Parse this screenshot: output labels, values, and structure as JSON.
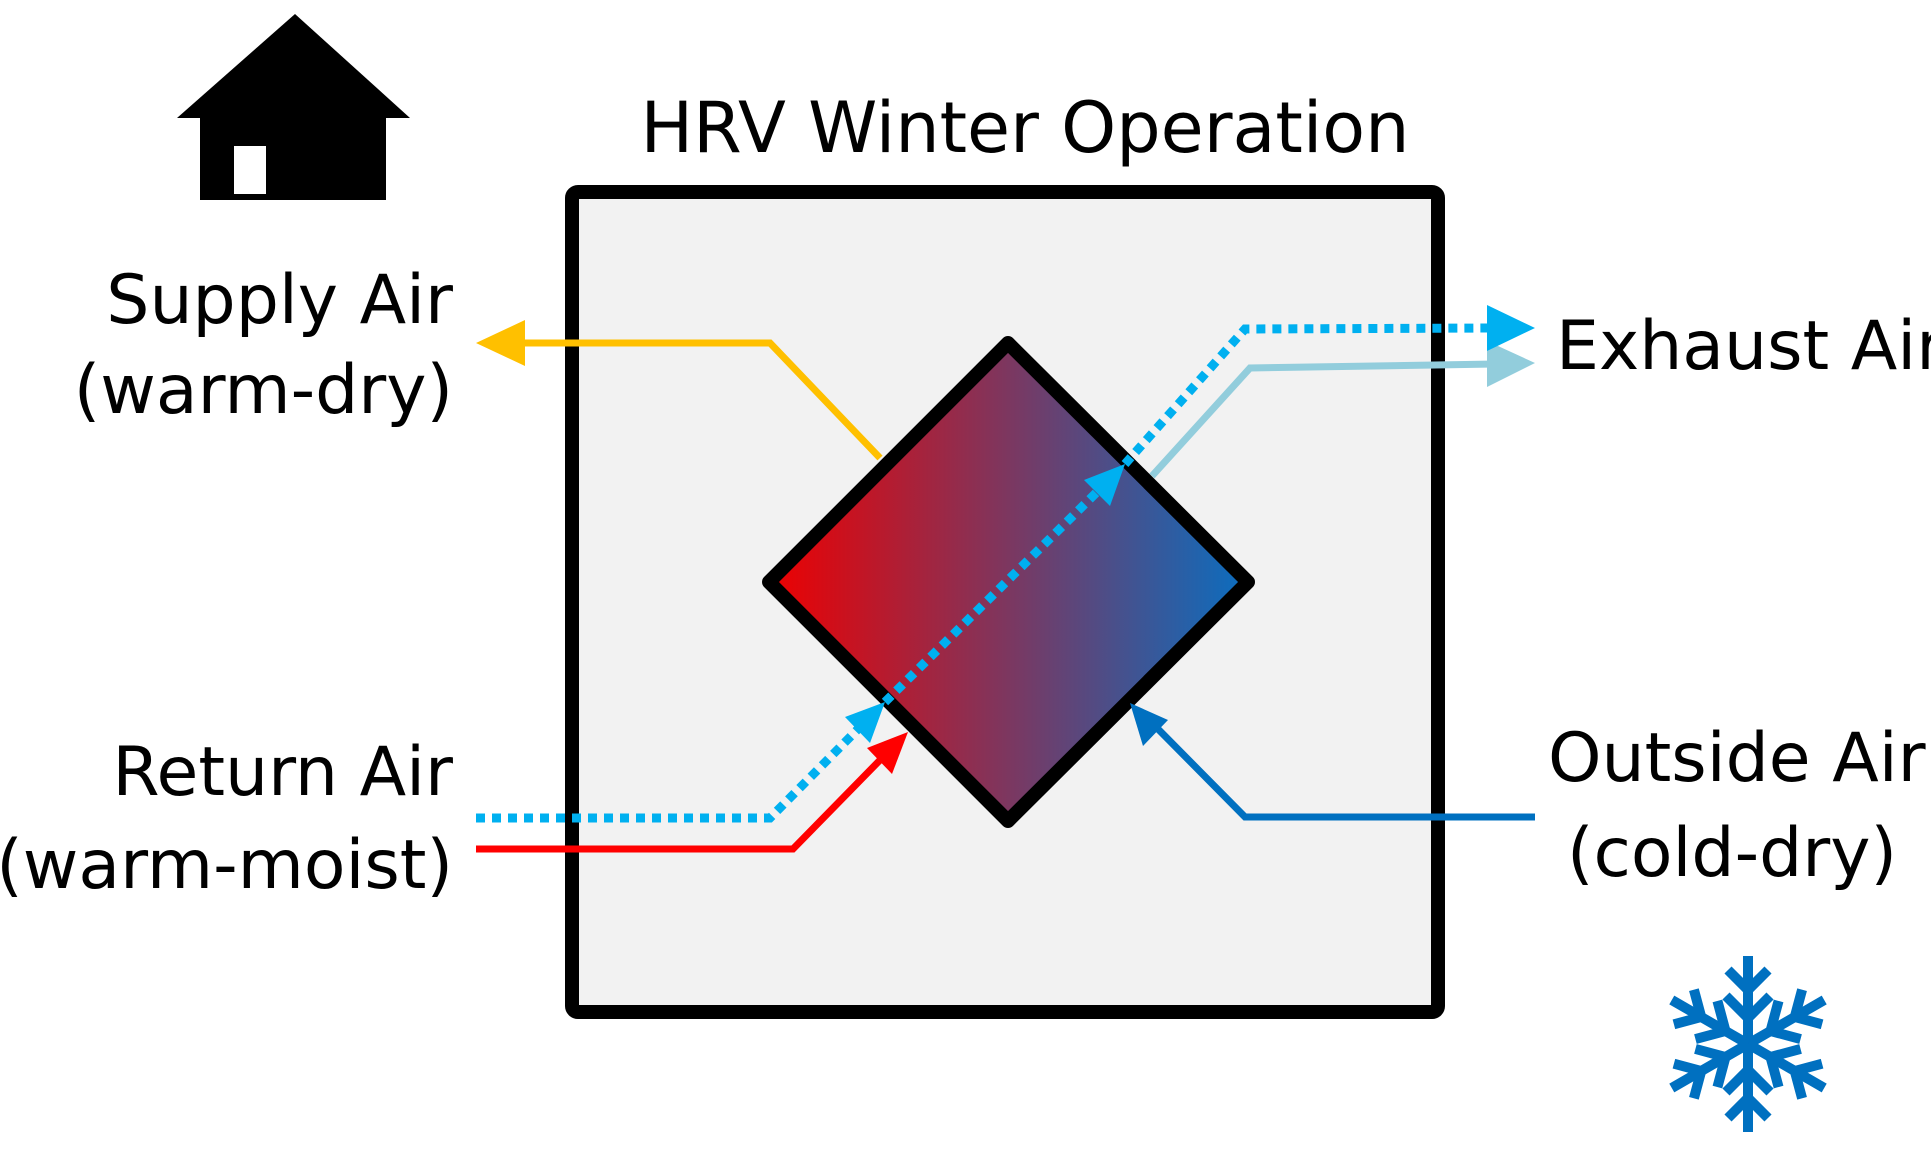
{
  "title": "HRV Winter Operation",
  "labels": {
    "supply_air": {
      "line1": "Supply Air",
      "line2": "(warm-dry)"
    },
    "exhaust_air": {
      "line1": "Exhaust Air"
    },
    "return_air": {
      "line1": "Return Air",
      "line2": "(warm-moist)"
    },
    "outside_air": {
      "line1": "Outside Air",
      "line2": "(cold-dry)"
    }
  },
  "icons": {
    "house": "house-icon",
    "snowflake": "snowflake-icon"
  },
  "colors": {
    "supply_air": "#FFC000",
    "exhaust_air": "#92CDDC",
    "return_air": "#FF0000",
    "outside_air": "#0070C0",
    "moisture": "#00B0F0",
    "core_warm": "#EE0000",
    "core_cold": "#0A6EC0",
    "unit_fill": "#F2F2F2"
  }
}
